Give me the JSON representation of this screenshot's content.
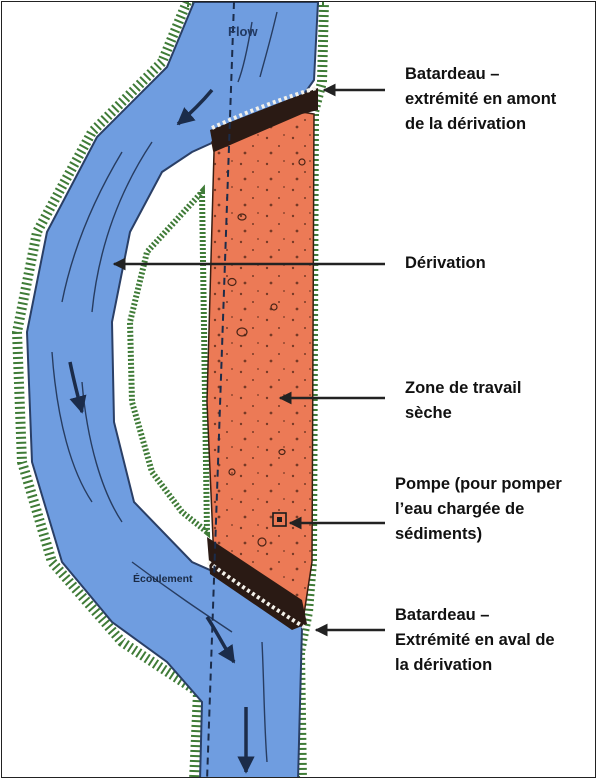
{
  "inline_labels": {
    "flow": "Flow",
    "ecoulement": "Écoulement"
  },
  "callouts": [
    {
      "id": "upstream-cofferdam",
      "text": "Batardeau –\nextrémité en amont\nde la dérivation"
    },
    {
      "id": "diversion",
      "text": "Dérivation"
    },
    {
      "id": "dry-work-zone",
      "text": "Zone de travail\nsèche"
    },
    {
      "id": "pump",
      "text": "Pompe (pour pomper\nl’eau chargée de\nsédiments)"
    },
    {
      "id": "downstream-cofferdam",
      "text": "Batardeau –\nExtrémité en aval de\nla dérivation"
    }
  ],
  "colors": {
    "water": "#6f9de0",
    "dry_zone": "#ec7a56",
    "grass": "#3f7b37",
    "border": "#222222",
    "arrow": "#222222"
  }
}
